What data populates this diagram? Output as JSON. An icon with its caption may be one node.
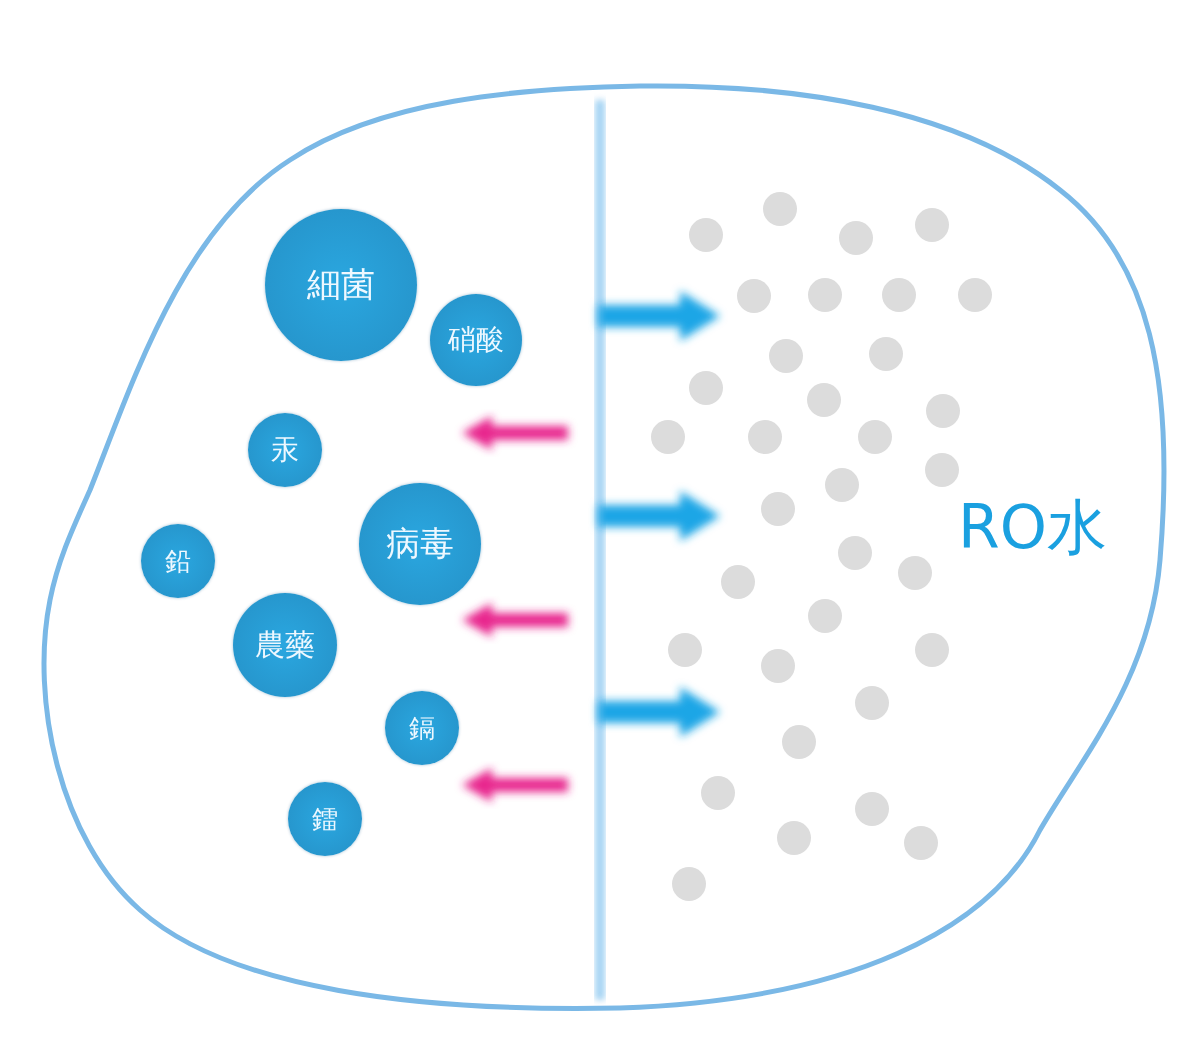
{
  "diagram": {
    "nodes": [
      {
        "text": [
          "細菌"
        ]
      },
      {
        "text": [
          "硝酸"
        ]
      },
      {
        "text": [
          "汞"
        ]
      },
      {
        "text": [
          "病毒"
        ]
      },
      {
        "text": [
          "鉛"
        ]
      },
      {
        "text": [
          "農藥"
        ]
      },
      {
        "text": [
          "鎘"
        ]
      },
      {
        "text": [
          "鐳"
        ]
      }
    ],
    "labels": [
      "RO水"
    ]
  }
}
